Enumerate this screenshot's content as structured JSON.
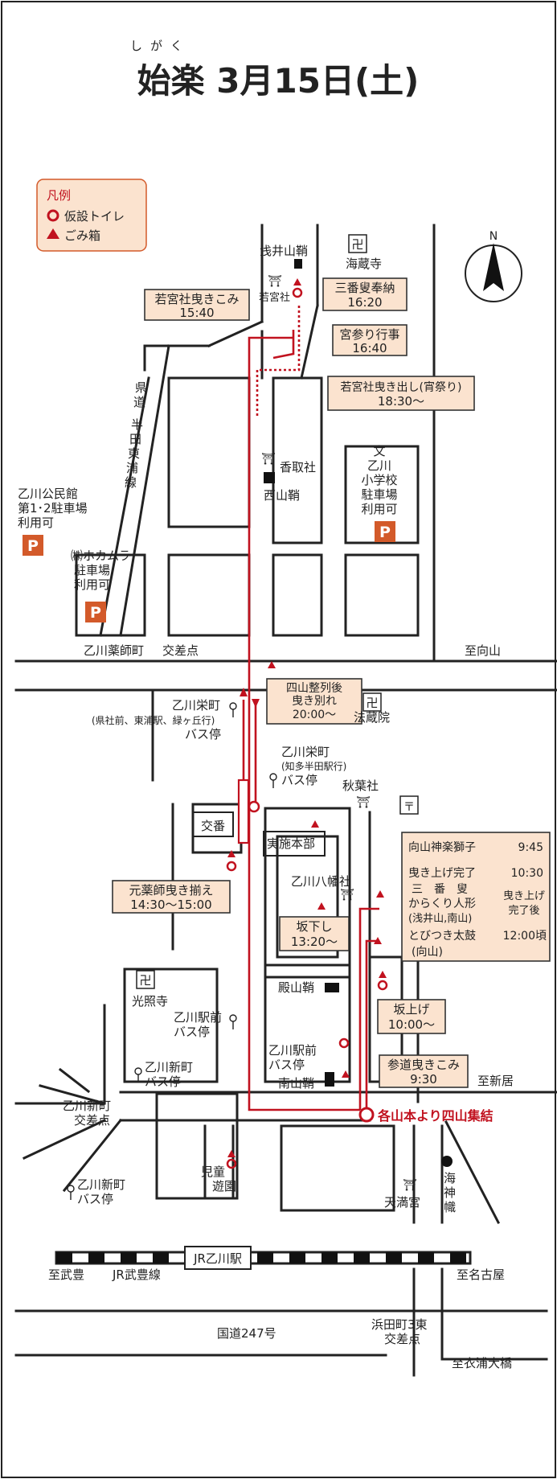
{
  "header": {
    "ruby": "しがく",
    "title": "始楽 3月15日(土)"
  },
  "legend": {
    "title": "凡例",
    "toilet": "仮設トイレ",
    "trash": "ごみ箱"
  },
  "compass": "N",
  "colors": {
    "route": "#c1121f",
    "box_fill": "#fbe3cf",
    "parking": "#d35a2a"
  },
  "places": {
    "asaiyama_kura": "浅井山鞘",
    "kaizoji": "海蔵寺",
    "wakamiya_sha": "若宮社",
    "katori_sha": "香取社",
    "nishiyama_kura": "西山鞘",
    "school_mark": "文",
    "school_1": "乙川",
    "school_2": "小学校",
    "school_3": "駐車場",
    "school_4": "利用可",
    "koumin_1": "乙川公民館",
    "koumin_2": "第1･2駐車場",
    "koumin_3": "利用可",
    "hokamura_1": "㈱ホカムラ",
    "hokamura_2": "駐車場",
    "hokamura_3": "利用可",
    "road_v_1": "県",
    "road_v_2": "道",
    "road_v_3": "半",
    "road_v_4": "田",
    "road_v_5": "東",
    "road_v_6": "浦",
    "road_v_7": "線",
    "yakushi_crossing_1": "乙川薬師町",
    "yakushi_crossing_2": "交差点",
    "to_mukaiyama": "至向山",
    "sakae_bus_1": "乙川栄町",
    "sakae_bus_2": "(県社前、東浦駅、緑ヶ丘行)",
    "sakae_bus_3": "バス停",
    "sakae_bus2_1": "乙川栄町",
    "sakae_bus2_2": "(知多半田駅行)",
    "sakae_bus2_3": "バス停",
    "houzoin": "法蔵院",
    "akiba_sha": "秋葉社",
    "koban": "交番",
    "jisshi_honbu": "実施本部",
    "hachiman_sha": "乙川八幡社",
    "koshoji": "光照寺",
    "ekimae_bus_1": "乙川駅前",
    "ekimae_bus_2": "バス停",
    "shinmachi_bus_1": "乙川新町",
    "shinmachi_bus_2": "バス停",
    "tonoyama_kura": "殿山鞘",
    "ekimae_bus2_1": "乙川駅前",
    "ekimae_bus2_2": "バス停",
    "minamiyama_kura": "南山鞘",
    "to_shinkyo": "至新居",
    "shinmachi_crossing_1": "乙川新町",
    "shinmachi_crossing_2": "交差点",
    "shinmachi_bus3_1": "乙川新町",
    "shinmachi_bus3_2": "バス停",
    "jido_1": "児童",
    "jido_2": "遊園",
    "tenmangu": "天満宮",
    "kaijin_1": "海",
    "kaijin_2": "神",
    "kaijin_3": "幟",
    "station": "JR乙川駅",
    "to_taketoyo": "至武豊",
    "jr_line": "JR武豊線",
    "to_nagoya": "至名古屋",
    "route247": "国道247号",
    "hamada_1": "浜田町3東",
    "hamada_2": "交差点",
    "to_kinuura": "至衣浦大橋",
    "parking": "P",
    "temple_mark": "卍",
    "shrine_mark": "⛩"
  },
  "events": {
    "wakamiya_hikikomi_1": "若宮社曳きこみ",
    "wakamiya_hikikomi_2": "15:40",
    "sanbaso_1": "三番叟奉納",
    "sanbaso_2": "16:20",
    "miyamairi_1": "宮参り行事",
    "miyamairi_2": "16:40",
    "hikidashi_1": "若宮社曳き出し(宵祭り)",
    "hikidashi_2": "18:30〜",
    "yonyama_seiretsu_1": "四山整列後",
    "yonyama_seiretsu_2": "曳き別れ",
    "yonyama_seiretsu_3": "20:00〜",
    "motoyakushi_1": "元薬師曳き揃え",
    "motoyakushi_2": "14:30〜15:00",
    "sakakudashi_1": "坂下し",
    "sakakudashi_2": "13:20〜",
    "sakaage_1": "坂上げ",
    "sakaage_2": "10:00〜",
    "sando_1": "参道曳きこみ",
    "sando_2": "9:30",
    "shuketsu": "各山本より四山集結",
    "sched_1_label": "向山神楽獅子",
    "sched_1_time": "9:45",
    "sched_2_label": "曳き上げ完了",
    "sched_2_time": "10:30",
    "sched_3_a": "三　番　叟",
    "sched_3_b": "からくり人形",
    "sched_3_c": "(浅井山,南山)",
    "sched_3_d": "曳き上げ",
    "sched_3_e": "完了後",
    "sched_4_label": "とびつき太鼓",
    "sched_4_time": "12:00頃",
    "sched_4_sub": "(向山)"
  }
}
